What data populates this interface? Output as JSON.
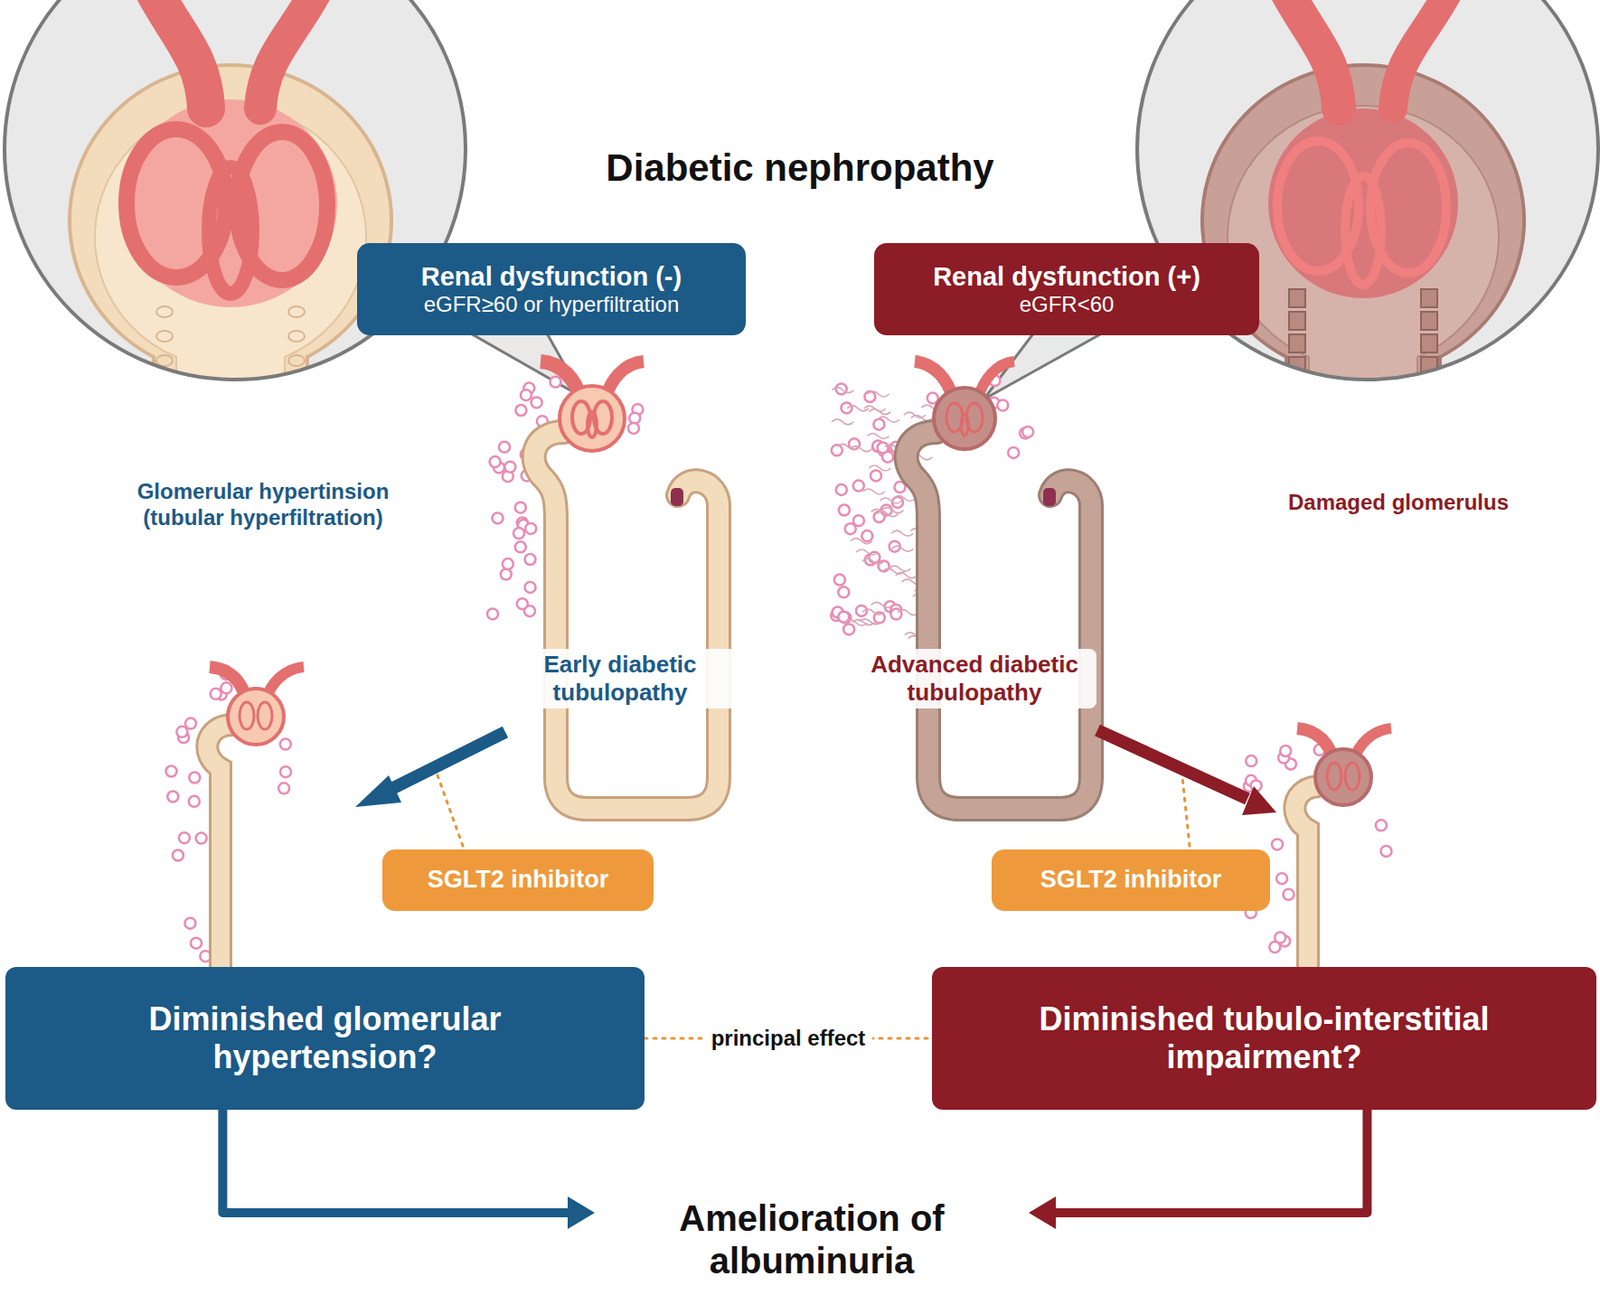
{
  "diagram": {
    "title": "Diabetic nephropathy",
    "nodes": [
      {
        "text": [
          "Renal dysfunction (-)",
          "eGFR≥60 or hyperfiltration"
        ]
      },
      {
        "text": [
          "Renal dysfunction (+)",
          "eGFR<60"
        ]
      },
      {
        "text": [
          "SGLT2 inhibitor"
        ]
      },
      {
        "text": [
          "SGLT2 inhibitor"
        ]
      },
      {
        "text": [
          "Diminished glomerular hypertension?"
        ]
      },
      {
        "text": [
          "Diminished tubulo-interstitial impairment?"
        ]
      },
      {
        "text": [
          "Amelioration of albuminuria"
        ]
      }
    ],
    "edges": [
      {
        "from": 4,
        "to": 6,
        "arrow": "to"
      },
      {
        "from": 5,
        "to": 6,
        "arrow": "to"
      },
      {
        "from": 4,
        "to": 5,
        "label": "principal effect",
        "arrow": "none"
      }
    ],
    "labels": [
      "Glomerular hypertinsion (tubular hyperfiltration)",
      "Damaged glomerulus",
      "Early diabetic tubulopathy",
      "Advanced diabetic tubulopathy"
    ]
  }
}
